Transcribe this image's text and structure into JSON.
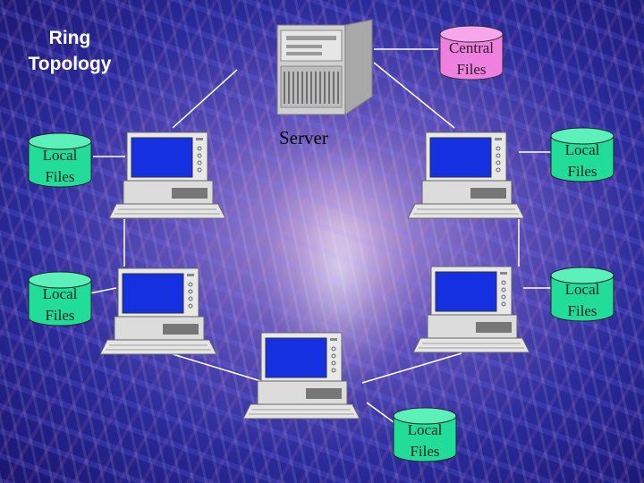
{
  "title": {
    "line1": "Ring",
    "line2": "Topology"
  },
  "server": {
    "label": "Server"
  },
  "central_storage": {
    "line1": "Central",
    "line2": "Files",
    "color": "#f080e0"
  },
  "local_storage": [
    {
      "line1": "Local",
      "line2": "Files"
    },
    {
      "line1": "Local",
      "line2": "Files"
    },
    {
      "line1": "Local",
      "line2": "Files"
    },
    {
      "line1": "Local",
      "line2": "Files"
    },
    {
      "line1": "Local",
      "line2": "Files"
    }
  ],
  "colors": {
    "local_storage": "#22dd99",
    "monitor_screen": "#1530e0",
    "link": "#ffffff"
  },
  "icons": {
    "workstation": "desktop-computer-icon",
    "server": "tower-server-icon",
    "storage": "database-cylinder-icon"
  }
}
